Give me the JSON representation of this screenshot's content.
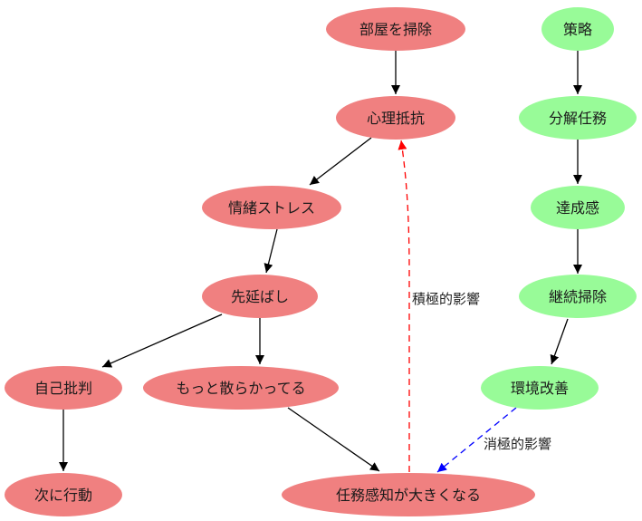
{
  "colors": {
    "negative_node": "#f08080",
    "positive_node": "#98fb98",
    "edge_default": "#000000",
    "edge_positive": "#ff0000",
    "edge_negative": "#0000ff"
  },
  "nodes": [
    {
      "id": "clean_room",
      "label": "部屋を掃除",
      "group": "negative"
    },
    {
      "id": "resistance",
      "label": "心理抵抗",
      "group": "negative"
    },
    {
      "id": "stress",
      "label": "情緒ストレス",
      "group": "negative"
    },
    {
      "id": "procrastinate",
      "label": "先延ばし",
      "group": "negative"
    },
    {
      "id": "self_criticism",
      "label": "自己批判",
      "group": "negative"
    },
    {
      "id": "messier",
      "label": "もっと散らかってる",
      "group": "negative"
    },
    {
      "id": "next_action",
      "label": "次に行動",
      "group": "negative"
    },
    {
      "id": "task_bigger",
      "label": "任務感知が大きくなる",
      "group": "negative"
    },
    {
      "id": "strategy",
      "label": "策略",
      "group": "positive"
    },
    {
      "id": "split_task",
      "label": "分解任務",
      "group": "positive"
    },
    {
      "id": "achievement",
      "label": "達成感",
      "group": "positive"
    },
    {
      "id": "keep_cleaning",
      "label": "継続掃除",
      "group": "positive"
    },
    {
      "id": "env_improve",
      "label": "環境改善",
      "group": "positive"
    }
  ],
  "edges": [
    {
      "from": "clean_room",
      "to": "resistance",
      "style": "solid",
      "label": ""
    },
    {
      "from": "resistance",
      "to": "stress",
      "style": "solid",
      "label": ""
    },
    {
      "from": "stress",
      "to": "procrastinate",
      "style": "solid",
      "label": ""
    },
    {
      "from": "procrastinate",
      "to": "self_criticism",
      "style": "solid",
      "label": ""
    },
    {
      "from": "procrastinate",
      "to": "messier",
      "style": "solid",
      "label": ""
    },
    {
      "from": "self_criticism",
      "to": "next_action",
      "style": "solid",
      "label": ""
    },
    {
      "from": "messier",
      "to": "task_bigger",
      "style": "solid",
      "label": ""
    },
    {
      "from": "task_bigger",
      "to": "resistance",
      "style": "dashed-red",
      "label": "積極的影響"
    },
    {
      "from": "strategy",
      "to": "split_task",
      "style": "solid",
      "label": ""
    },
    {
      "from": "split_task",
      "to": "achievement",
      "style": "solid",
      "label": ""
    },
    {
      "from": "achievement",
      "to": "keep_cleaning",
      "style": "solid",
      "label": ""
    },
    {
      "from": "keep_cleaning",
      "to": "env_improve",
      "style": "solid",
      "label": ""
    },
    {
      "from": "env_improve",
      "to": "task_bigger",
      "style": "dashed-blue",
      "label": "消極的影響"
    }
  ]
}
